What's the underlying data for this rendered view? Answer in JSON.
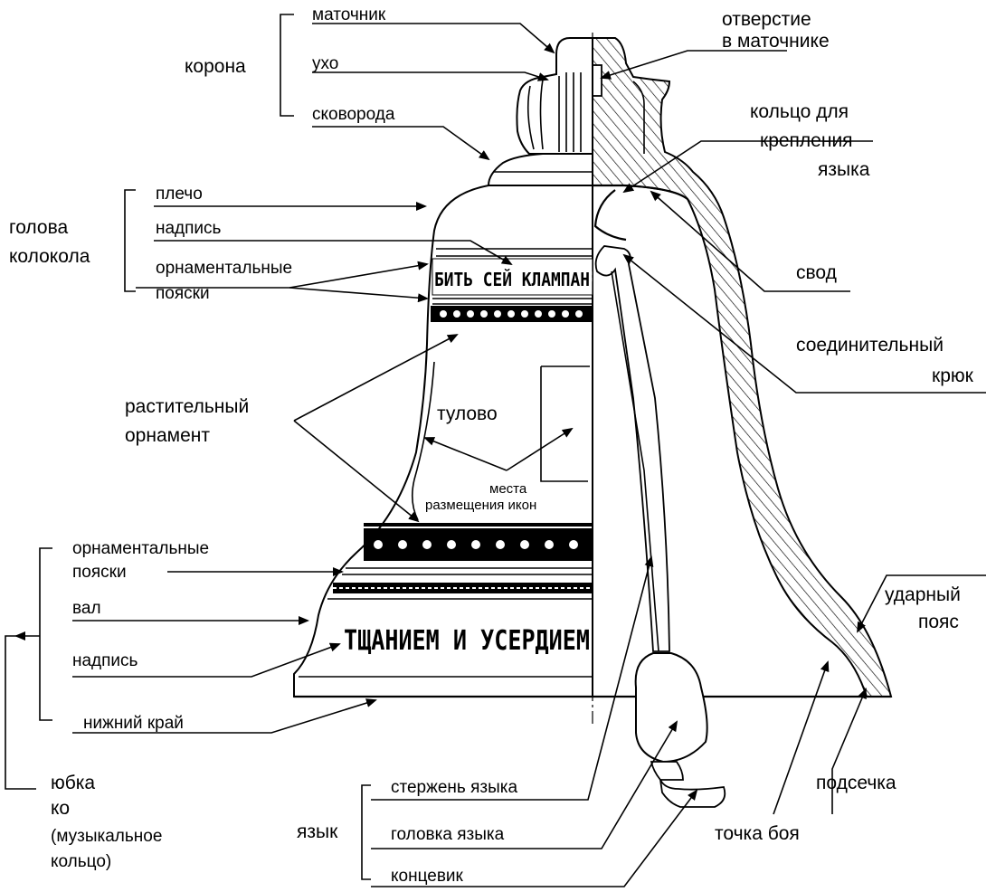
{
  "labels": {
    "matochnik": "маточник",
    "ukho": "ухо",
    "skovoroda": "сковорода",
    "korona": "корона",
    "otverstie_1": "отверстие",
    "otverstie_2": "в маточнике",
    "koltso_1": "кольцо для",
    "koltso_2": "крепления",
    "koltso_3": "языка",
    "plecho": "плечо",
    "nadpis_top": "надпись",
    "orn_top_1": "орнаментальные",
    "orn_top_2": "пояски",
    "golova_1": "голова",
    "golova_2": "колокола",
    "svod": "свод",
    "soedin_1": "соединительный",
    "soedin_2": "крюк",
    "rastit_1": "растительный",
    "rastit_2": "орнамент",
    "tulovo": "тулово",
    "mesta_1": "места",
    "mesta_2": "размещения икон",
    "orn_bot_1": "орнаментальные",
    "orn_bot_2": "пояски",
    "val": "вал",
    "nadpis_bot": "надпись",
    "nizhniy": "нижний край",
    "udarny_1": "ударный",
    "udarny_2": "пояс",
    "yubka": "юбка",
    "ko": "ко",
    "muz_1": "(музыкальное",
    "muz_2": "кольцо)",
    "podsechka": "подсечка",
    "sterzhen": "стержень языка",
    "golovka": "головка языка",
    "yazyk": "язык",
    "kontsevik": "концевик",
    "tochka": "точка боя"
  },
  "inscriptions": {
    "top": "БИТЬ СЕЙ КЛАМПАН",
    "bottom": "ТЩАНИЕМ И УСЕРДИЕМ"
  }
}
